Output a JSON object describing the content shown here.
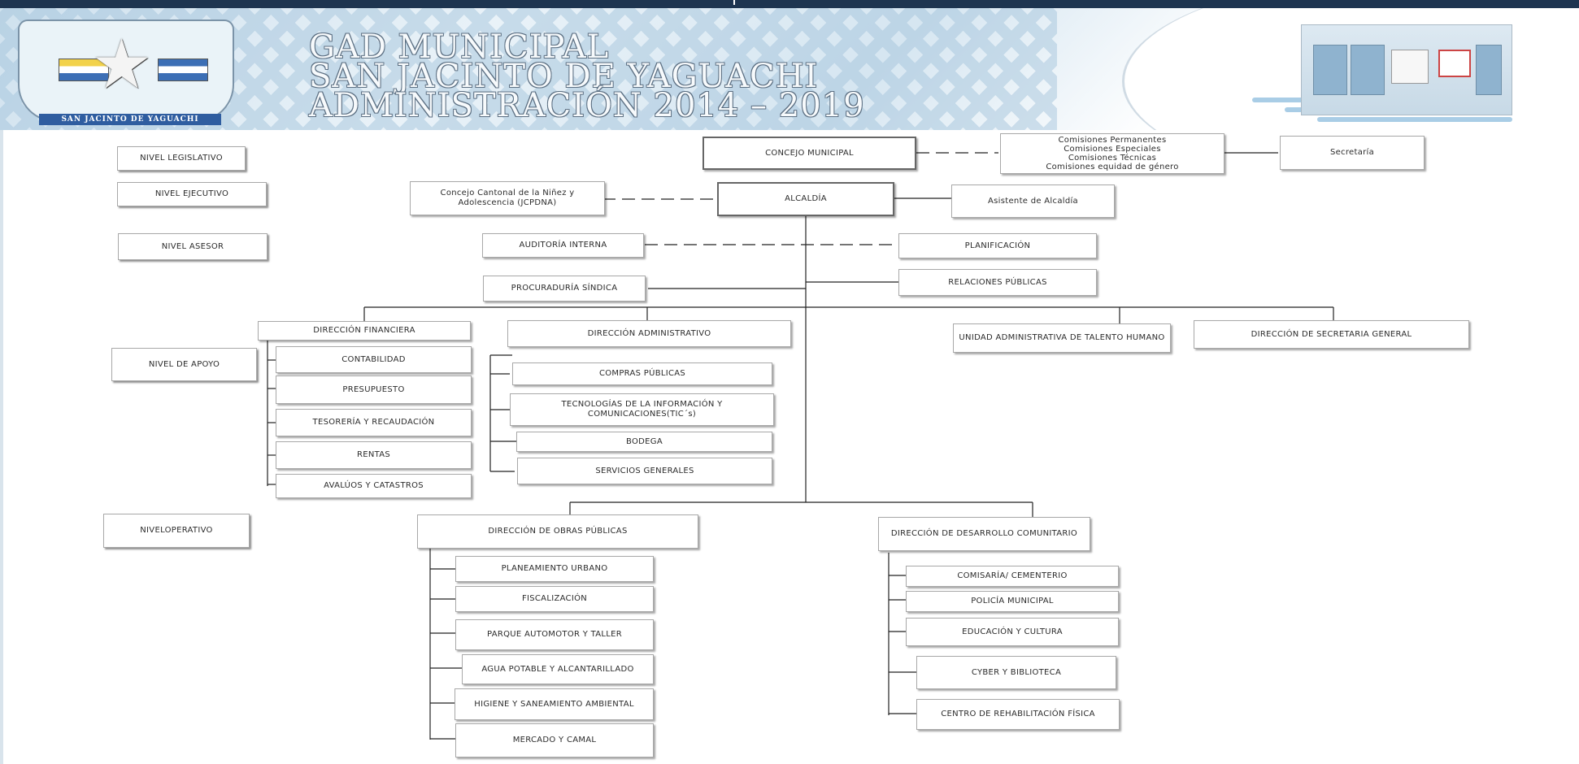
{
  "header": {
    "title_line1": "GAD MUNICIPAL",
    "title_line2": "SAN JACINTO DE YAGUACHI",
    "title_line3": "ADMINISTRACIÓN 2014 – 2019",
    "logo_ribbon": "SAN JACINTO DE YAGUACHI",
    "logo_icon": "star-shield-emblem",
    "building_icon": "municipal-building-photo"
  },
  "levels": {
    "legislativo": "NIVEL LEGISLATIVO",
    "ejecutivo": "NIVEL EJECUTIVO",
    "asesor": "NIVEL ASESOR",
    "apoyo": "NIVEL DE APOYO",
    "operativo": "NIVELOPERATIVO"
  },
  "units": {
    "concejo": "CONCEJO MUNICIPAL",
    "comisiones": [
      "Comisiones Permanentes",
      "Comisiones Especiales",
      "Comisiones Técnicas",
      "Comisiones equidad de género"
    ],
    "secretaria": "Secretaría",
    "alcaldia": "ALCALDÍA",
    "ccpdna": "Concejo Cantonal de la Niñez y Adolescencia (JCPDNA)",
    "asistente": "Asistente de Alcaldía",
    "auditoria": "AUDITORÍA INTERNA",
    "planificacion": "PLANIFICACIÓN",
    "relaciones": "RELACIONES PÚBLICAS",
    "procuraduria": "PROCURADURÍA SÍNDICA",
    "dir_financiera": "DIRECCIÓN FINANCIERA",
    "contabilidad": "CONTABILIDAD",
    "presupuesto": "PRESUPUESTO",
    "tesoreria": "TESORERÍA Y RECAUDACIÓN",
    "rentas": "RENTAS",
    "avaluos": "AVALÚOS Y CATASTROS",
    "dir_administrativo": "DIRECCIÓN ADMINISTRATIVO",
    "compras": "COMPRAS PÚBLICAS",
    "tic": "TECNOLOGÍAS DE LA INFORMACIÓN Y COMUNICACIONES(TIC´s)",
    "bodega": "BODEGA",
    "servicios": "SERVICIOS GENERALES",
    "talento": "UNIDAD ADMINISTRATIVA DE TALENTO HUMANO",
    "secretaria_general": "DIRECCIÓN DE SECRETARIA GENERAL",
    "obras": "DIRECCIÓN DE OBRAS PÚBLICAS",
    "planeamiento": "PLANEAMIENTO URBANO",
    "fiscalizacion": "FISCALIZACIÓN",
    "parque": "PARQUE AUTOMOTOR Y TALLER",
    "agua": "AGUA POTABLE Y ALCANTARILLADO",
    "higiene": "HIGIENE Y SANEAMIENTO AMBIENTAL",
    "mercado": "MERCADO Y CAMAL",
    "desarrollo": "DIRECCIÓN DE DESARROLLO COMUNITARIO",
    "comisaria": "COMISARÍA/ CEMENTERIO",
    "policia": "POLICÍA MUNICIPAL",
    "educacion": "EDUCACIÓN Y CULTURA",
    "cyber": "CYBER Y BIBLIOTECA",
    "rehabilitacion": "CENTRO DE REHABILITACIÓN FÍSICA"
  }
}
